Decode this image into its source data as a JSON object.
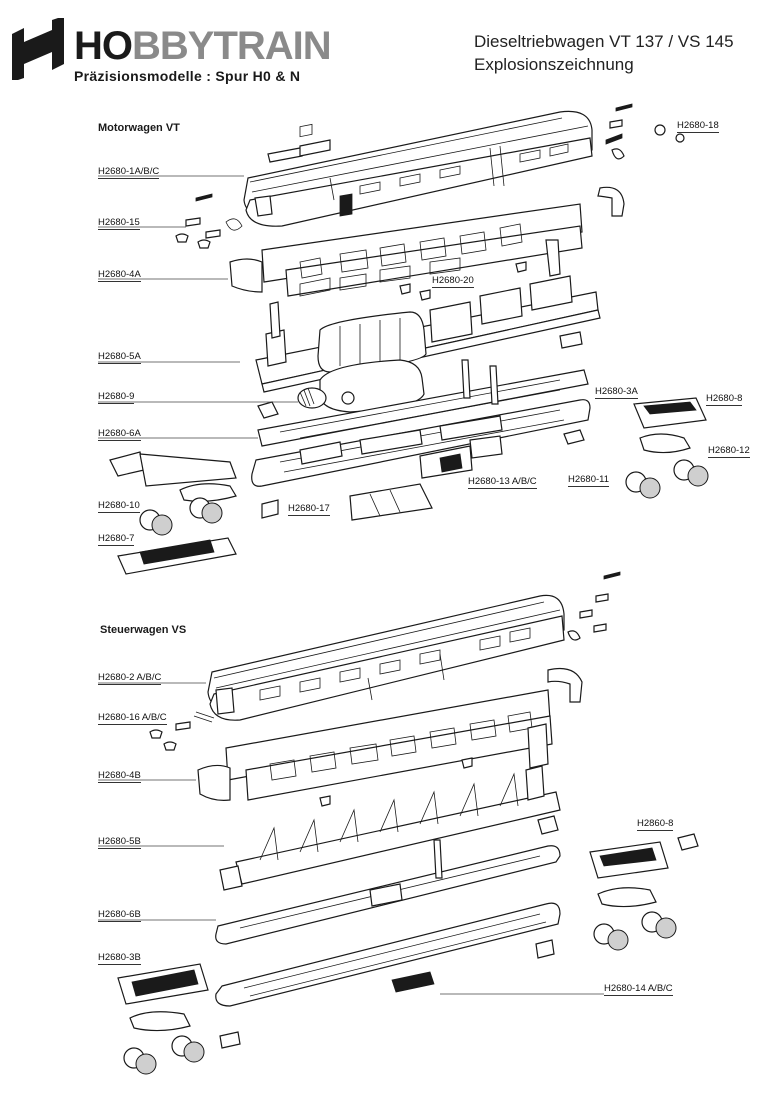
{
  "brand": {
    "name_bold": "HO",
    "name_rest": "BBYTRAIN",
    "tagline": "Präzisionsmodelle : Spur H0 & N"
  },
  "title": {
    "line1": "Dieseltriebwagen VT 137 / VS 145",
    "line2": "Explosionszeichnung"
  },
  "sections": {
    "motor": "Motorwagen VT",
    "steuer": "Steuerwagen VS"
  },
  "parts": {
    "p18": "H2680-18",
    "p1": "H2680-1A/B/C",
    "p15": "H2680-15",
    "p4a": "H2680-4A",
    "p20": "H2680-20",
    "p5a": "H2680-5A",
    "p9": "H2680-9",
    "p3a": "H2680-3A",
    "p8": "H2680-8",
    "p6a": "H2680-6A",
    "p12": "H2680-12",
    "p13": "H2680-13 A/B/C",
    "p11": "H2680-11",
    "p10": "H2680-10",
    "p17": "H2680-17",
    "p7": "H2680-7",
    "p2": "H2680-2 A/B/C",
    "p16": "H2680-16 A/B/C",
    "p4b": "H2680-4B",
    "p5b": "H2680-5B",
    "p2860": "H2860-8",
    "p6b": "H2680-6B",
    "p3b": "H2680-3B",
    "p14": "H2680-14 A/B/C"
  }
}
